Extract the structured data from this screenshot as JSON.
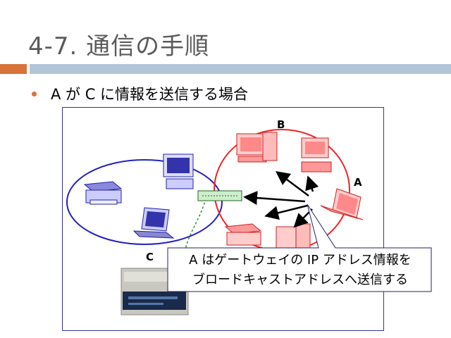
{
  "slide": {
    "title": "4-7. 通信の手順",
    "bullet": "A が C に情報を送信する場合"
  },
  "diagram": {
    "labels": {
      "a": "A",
      "b": "B",
      "c": "C"
    },
    "callout_lines": [
      "A はゲートウェイの IP アドレス情報を",
      "ブロードキャストアドレスへ送信する"
    ]
  },
  "colors": {
    "accent_orange": "#d8733a",
    "accent_blue": "#b3c5d9",
    "network_blue": "#2222bb",
    "network_red": "#ee2222",
    "gateway_green": "#338833"
  },
  "icons": [
    "printer-icon",
    "desktop-pc-icon",
    "laptop-icon",
    "network-switch-icon",
    "gateway-device-photo"
  ]
}
